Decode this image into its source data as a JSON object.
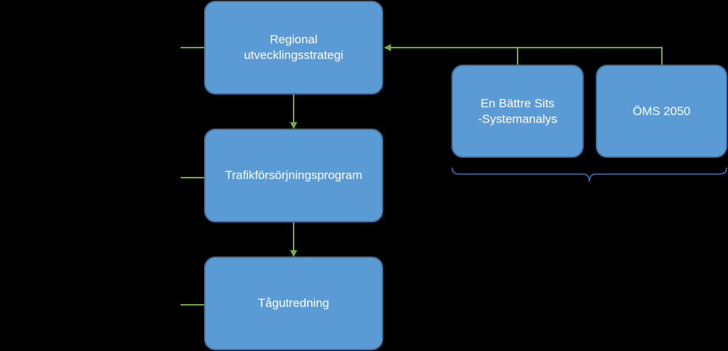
{
  "diagram": {
    "boxes": {
      "regional": {
        "lines": [
          "Regional",
          "utvecklingsstrategi"
        ]
      },
      "trafik": {
        "lines": [
          "Trafikförsörjningsprogram"
        ]
      },
      "tag": {
        "lines": [
          "Tågutredning"
        ]
      },
      "battre": {
        "lines": [
          "En Bättre Sits",
          "-Systemanalys"
        ]
      },
      "oms": {
        "lines": [
          "ÖMS 2050"
        ]
      }
    },
    "colors": {
      "background": "#000000",
      "box_fill": "#5b9bd5",
      "box_border": "#41719c",
      "arrow": "#70ad47",
      "brace": "#4472c4",
      "text": "#ffffff"
    }
  }
}
